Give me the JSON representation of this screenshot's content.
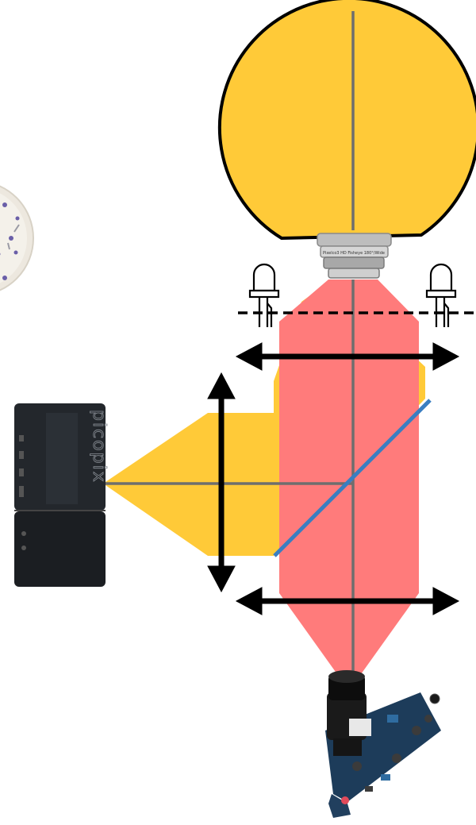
{
  "colors": {
    "projection_beam": "#FFCA38",
    "imaging_beam": "#FF7B7B",
    "optical_axis": "#6E6E6E",
    "beam_splitter": "#3A7EC1",
    "lens_arrow": "#000000",
    "background": "#FFFFFF"
  },
  "fisheye_lens": {
    "engraved_text": "Pixelco3 HD Fisheye 180°/Wide"
  },
  "projector": {
    "brand_text": "picopix"
  },
  "led_count": 2,
  "icons": [
    "led-icon",
    "double-arrow-lens-icon",
    "camera-board-icon",
    "projector-icon",
    "fisheye-lens-icon",
    "petri-dish-icon"
  ]
}
